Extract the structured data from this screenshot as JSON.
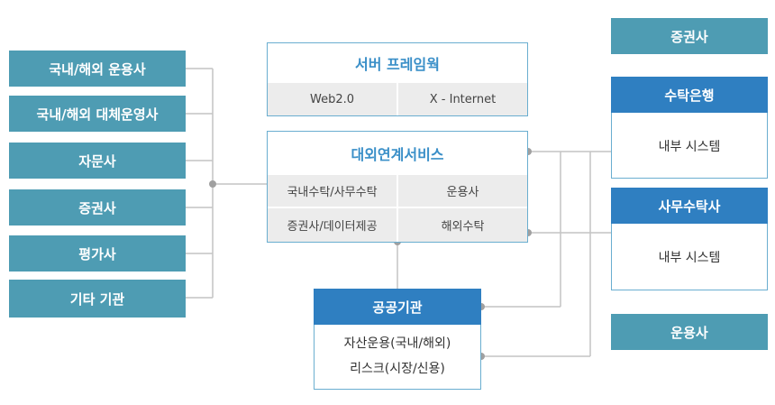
{
  "left_entities": [
    {
      "label": "국내/해외 운용사"
    },
    {
      "label": "국내/해외 대체운영사"
    },
    {
      "label": "자문사"
    },
    {
      "label": "증권사"
    },
    {
      "label": "평가사"
    },
    {
      "label": "기타 기관"
    }
  ],
  "server_framework": {
    "title": "서버 프레임웍",
    "cells": [
      "Web2.0",
      "X - Internet"
    ]
  },
  "external_service": {
    "title": "대외연계서비스",
    "cells": [
      "국내수탁/사무수탁",
      "운용사",
      "증권사/데이터제공",
      "해외수탁"
    ]
  },
  "public_agency": {
    "title": "공공기관",
    "lines": [
      "자산운용(국내/해외)",
      "리스크(시장/신용)"
    ]
  },
  "right_entities": {
    "top": "증권사",
    "custodian_bank": {
      "title": "수탁은행",
      "body": "내부 시스템"
    },
    "admin_custodian": {
      "title": "사무수탁사",
      "body": "내부 시스템"
    },
    "bottom": "운용사"
  },
  "colors": {
    "teal": "#4e9cb3",
    "header_blue": "#2f7fc1",
    "title_blue": "#3a8fc8",
    "line_gray": "#bdbdbd",
    "dot_gray": "#9e9e9e"
  }
}
